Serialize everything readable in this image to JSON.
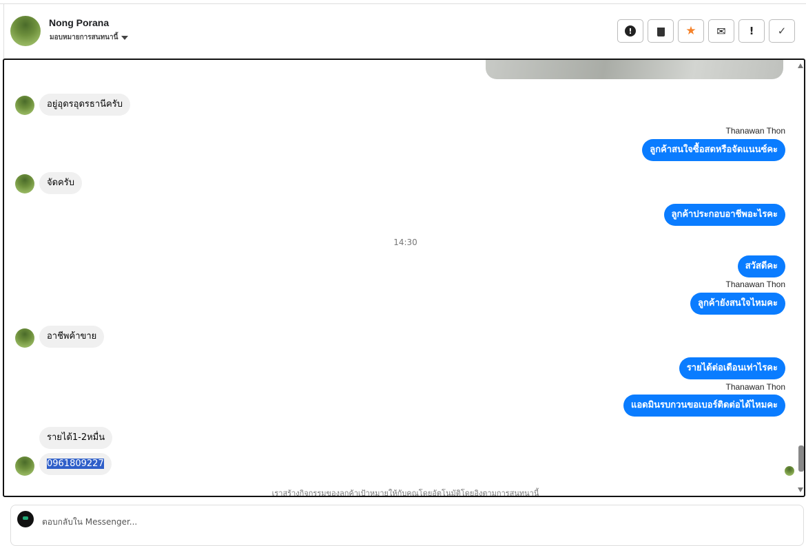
{
  "header": {
    "name": "Nong Porana",
    "assign_label": "มอบหมายการสนทนานี้"
  },
  "actions": [
    {
      "name": "spam-button",
      "icon": "alert-octagon-icon",
      "glyph": "⬣"
    },
    {
      "name": "delete-button",
      "icon": "trash-icon",
      "glyph": "🗑"
    },
    {
      "name": "star-button",
      "icon": "star-icon",
      "glyph": "★"
    },
    {
      "name": "mark-unread-button",
      "icon": "envelope-icon",
      "glyph": "✉"
    },
    {
      "name": "follow-up-button",
      "icon": "exclamation-icon",
      "glyph": "!"
    },
    {
      "name": "done-button",
      "icon": "check-icon",
      "glyph": "✓"
    }
  ],
  "messages": {
    "m1": "อยู่อุดรอุดรธานีครับ",
    "sender1": "Thanawan Thon",
    "m2": "ลูกค้าสนใจซื้อสดหรือจัดแนนซ์คะ",
    "m3": "จัดครับ",
    "m4": "ลูกค้าประกอบอาชีพอะไรคะ",
    "time": "14:30",
    "m5": "สวัสดีคะ",
    "sender2": "Thanawan Thon",
    "m6": "ลูกค้ายังสนใจไหมคะ",
    "m7": "อาชีพค้าขาย",
    "m8": "รายได้ต่อเดือนเท่าไรคะ",
    "sender3": "Thanawan Thon",
    "m9": "แอดมินรบกวนขอเบอร์ติดต่อได้ไหมคะ",
    "m10": "รายได้1-2หมื่น",
    "m11": "0961809227"
  },
  "notice": "เราสร้างกิจกรรมของลูกค้าเป้าหมายให้กับคุณโดยอัตโนมัติโดยอิงตามการสนทนานี้",
  "reply": {
    "placeholder": "ตอบกลับใน Messenger..."
  },
  "colors": {
    "outgoing": "#0a7cff",
    "incoming": "#f0f0f0",
    "star": "#f5822a"
  }
}
